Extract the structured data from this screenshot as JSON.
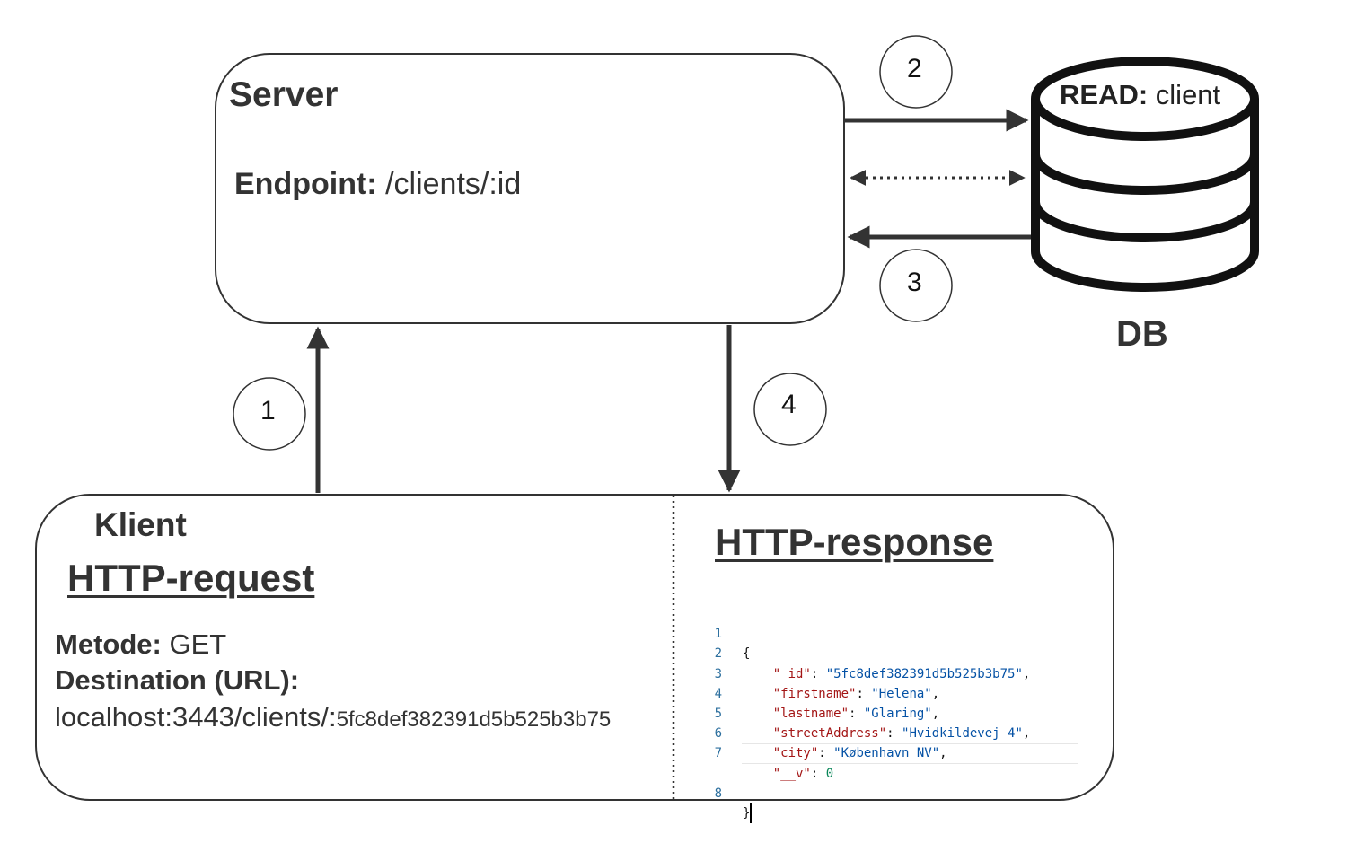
{
  "server": {
    "title": "Server",
    "endpoint_label": "Endpoint:",
    "endpoint_value": "/clients/:id"
  },
  "db": {
    "read_label": "READ:",
    "read_value": "client",
    "caption": "DB"
  },
  "steps": [
    "1",
    "2",
    "3",
    "4"
  ],
  "client": {
    "title": "Klient",
    "request_heading": "HTTP-request",
    "method_label": "Metode:",
    "method_value": "GET",
    "destination_label": "Destination (URL):",
    "url_base": "localhost:3443/clients/:",
    "url_id": "5fc8def382391d5b525b3b75"
  },
  "response": {
    "heading": "HTTP-response",
    "code": {
      "open": "{",
      "close": "}",
      "fields": [
        {
          "key": "\"_id\"",
          "value": "\"5fc8def382391d5b525b3b75\"",
          "type": "string"
        },
        {
          "key": "\"firstname\"",
          "value": "\"Helena\"",
          "type": "string"
        },
        {
          "key": "\"lastname\"",
          "value": "\"Glaring\"",
          "type": "string"
        },
        {
          "key": "\"streetAddress\"",
          "value": "\"Hvidkildevej 4\"",
          "type": "string"
        },
        {
          "key": "\"city\"",
          "value": "\"København NV\"",
          "type": "string"
        },
        {
          "key": "\"__v\"",
          "value": "0",
          "type": "number"
        }
      ],
      "line_numbers": [
        "1",
        "2",
        "3",
        "4",
        "5",
        "6",
        "7",
        "8"
      ]
    }
  },
  "colors": {
    "stroke": "#333333",
    "code_key": "#a31515",
    "code_string": "#0451a5",
    "code_number": "#098658",
    "line_number": "#2c6f9e"
  }
}
